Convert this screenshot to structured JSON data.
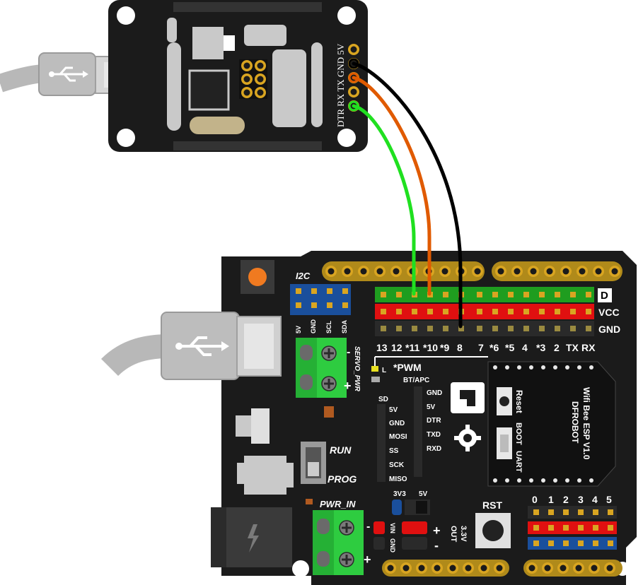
{
  "usb_module": {
    "pin_labels": [
      "DTR",
      "RX",
      "TX",
      "GND",
      "5V"
    ]
  },
  "board": {
    "section_i2c": "I2C",
    "i2c_pins": [
      "5V",
      "GND",
      "SCL",
      "SDA"
    ],
    "servo_label": "SERVO_PWR",
    "servo_minus": "-",
    "servo_plus": "+",
    "row_labels": {
      "signal": "D",
      "power": "VCC",
      "ground": "GND"
    },
    "digital_pins_left": [
      "13",
      "12",
      "*11",
      "*10",
      "*9",
      "8"
    ],
    "digital_pins_right": [
      "7",
      "*6",
      "*5",
      "4",
      "*3",
      "2",
      "TX",
      "RX"
    ],
    "pwm_note": "*PWM",
    "led_label": "L",
    "bt_apc_label": "BT/APC",
    "bt_pins": [
      "GND",
      "5V",
      "DTR",
      "TXD",
      "RXD"
    ],
    "sd_label": "SD",
    "sd_pins": [
      "5V",
      "GND",
      "MOSI",
      "SS",
      "SCK",
      "MISO"
    ],
    "switch_run": "RUN",
    "switch_prog": "PROG",
    "volt_3v3": "3V3",
    "volt_5v": "5V",
    "pwr_in": "PWR_IN",
    "pwr_minus": "-",
    "pwr_plus": "+",
    "vin_label": "VIN",
    "gnd_label": "GND",
    "out_label_1": "3.3V",
    "out_label_2": "OUT",
    "out_plus": "+",
    "out_minus": "-",
    "rst_label": "RST",
    "analog_pins": [
      "0",
      "1",
      "2",
      "3",
      "4",
      "5"
    ],
    "wifi_line1": "Wifi Bee ESP V1.0",
    "wifi_line2": "DFROBOT",
    "wifi_reset": "Reset",
    "wifi_boot": "BOOT",
    "wifi_uart": "UART"
  },
  "wires": [
    {
      "from": "TX",
      "to": "*11",
      "color": "#20e020"
    },
    {
      "from": "RX",
      "to": "*10",
      "color": "#e05a00"
    },
    {
      "from": "GND",
      "to": "8",
      "color": "#000000"
    }
  ],
  "colors": {
    "pcb": "#1b1b1b",
    "header_green": "#1f9d1f",
    "header_red": "#e01010",
    "header_grey": "#555555",
    "header_blue": "#1a4f9c",
    "terminal_green": "#2ecc40",
    "cable_grey": "#b8b8b8"
  }
}
